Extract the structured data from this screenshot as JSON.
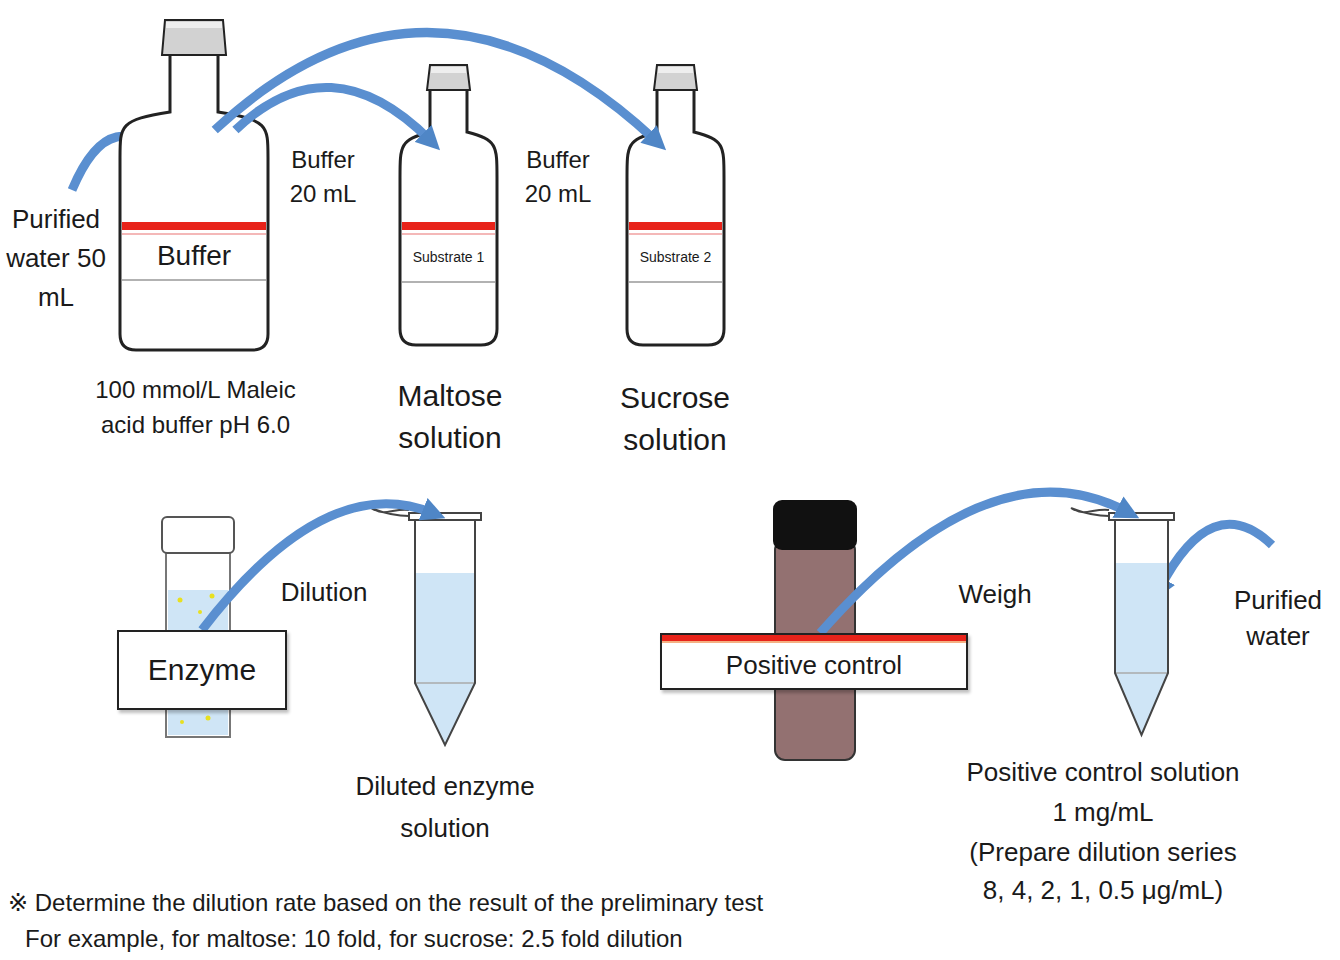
{
  "diagram": {
    "nodes": [
      {
        "text": [
          "Buffer",
          "100 mmol/L Maleic acid buffer pH 6.0"
        ]
      },
      {
        "text": [
          "Substrate 1",
          "Maltose solution"
        ]
      },
      {
        "text": [
          "Substrate 2",
          "Sucrose solution"
        ]
      },
      {
        "text": [
          "Enzyme"
        ]
      },
      {
        "text": [
          "Diluted enzyme solution"
        ]
      },
      {
        "text": [
          "Positive control"
        ]
      },
      {
        "text": [
          "Positive control solution",
          "1 mg/mL",
          "(Prepare dilution series 8, 4, 2, 1, 0.5 μg/mL)"
        ]
      }
    ],
    "edges": [
      {
        "from": 0,
        "to": 1,
        "arrow": "to",
        "label": "Buffer 20 mL"
      },
      {
        "from": 0,
        "to": 2,
        "arrow": "to",
        "label": "Buffer 20 mL"
      },
      {
        "from": 3,
        "to": 4,
        "arrow": "to",
        "label": "Dilution"
      },
      {
        "from": 5,
        "to": 6,
        "arrow": "to",
        "label": "Weigh"
      }
    ],
    "labels": [
      "Purified water 50 mL",
      "Purified water",
      "※ Determine the dilution rate based on the result of the preliminary test",
      "For example, for maltose: 10 fold, for sucrose: 2.5 fold dilution"
    ]
  }
}
